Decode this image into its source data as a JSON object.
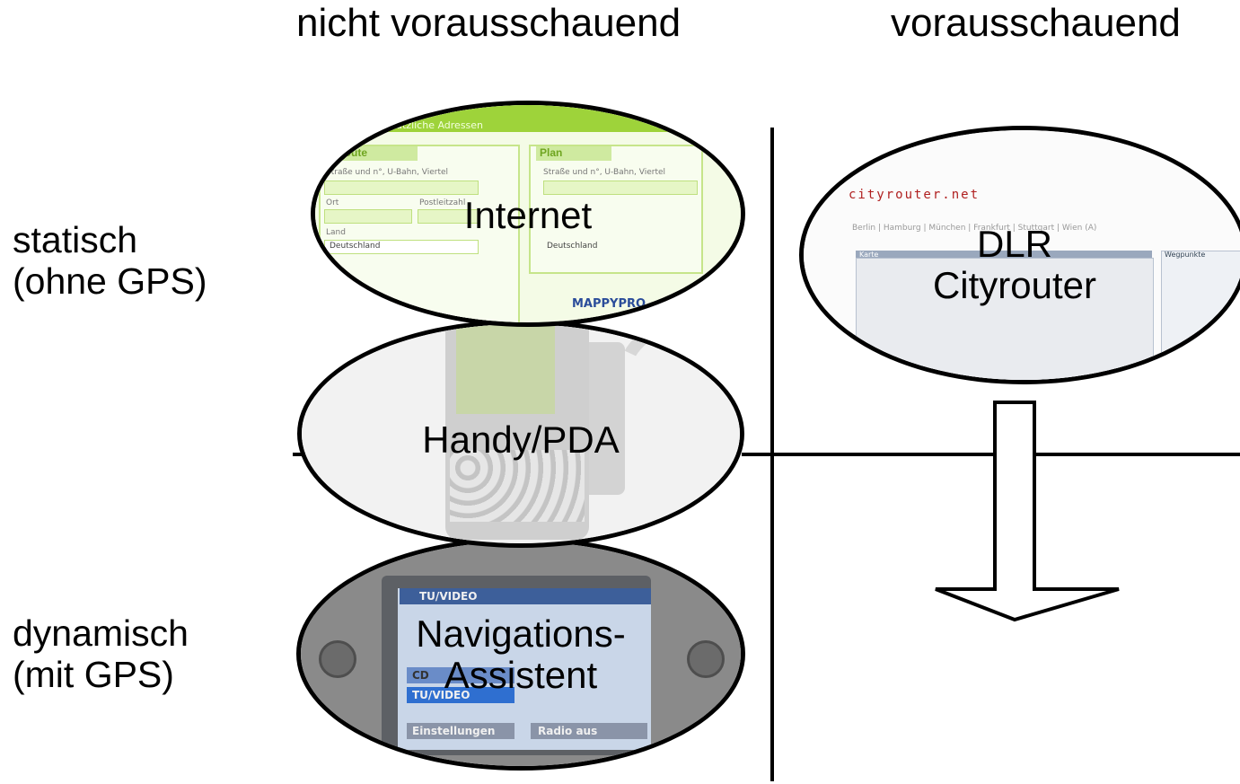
{
  "columns": {
    "left": "nicht vorausschauend",
    "right": "vorausschauend"
  },
  "rows": {
    "static": {
      "line1": "statisch",
      "line2": "(ohne GPS)"
    },
    "dynamic": {
      "line1": "dynamisch",
      "line2": "(mit GPS)"
    }
  },
  "ellipses": {
    "internet": {
      "label": "Internet",
      "thumb": {
        "header": "Zusätzliche Adressen",
        "route_tab": "Route",
        "plan_tab": "Plan",
        "street_label": "Straße und n°, U-Bahn, Viertel",
        "city_label": "Ort",
        "zip_label": "Postleitzahl",
        "country_label": "Land",
        "country_value": "Deutschland",
        "brand": "MAPPYPRO"
      }
    },
    "handy": {
      "label": "Handy/PDA"
    },
    "nav": {
      "label_line1": "Navigations-",
      "label_line2": "Assistent",
      "thumb": {
        "menu_title": "TU/VIDEO",
        "item_cd": "CD",
        "item_tu": "TU/VIDEO",
        "item_settings": "Einstellungen",
        "item_radio": "Radio aus"
      }
    },
    "cityrouter": {
      "label_line1": "DLR",
      "label_line2": "Cityrouter",
      "thumb": {
        "site": "cityrouter.net",
        "cities": "Berlin | Hamburg | München | Frankfurt | Stuttgart | Wien (A)",
        "map_title": "Karte",
        "waypoints_title": "Wegpunkte"
      }
    }
  },
  "colors": {
    "line": "#000000",
    "background": "#ffffff"
  }
}
